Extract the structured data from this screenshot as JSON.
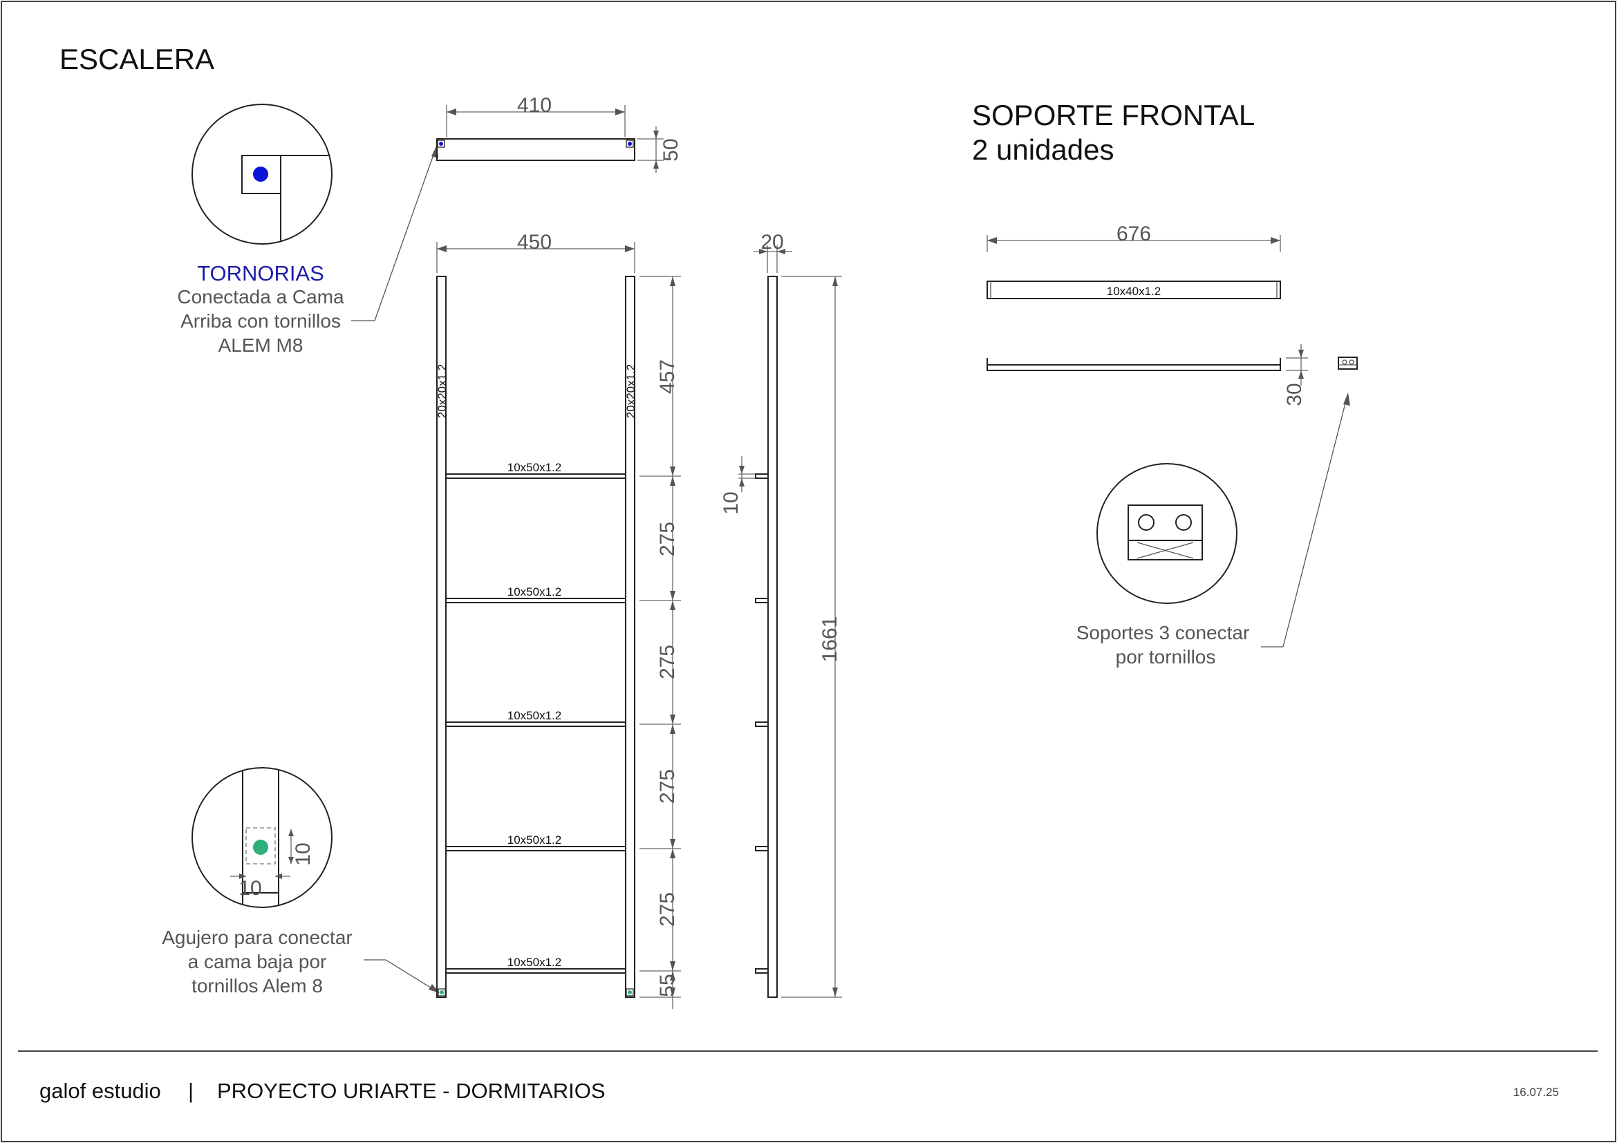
{
  "sheet": {
    "title": "ESCALERA",
    "footer": {
      "studio": "galof estudio",
      "separator": "|",
      "project": "PROYECTO URIARTE - DORMITARIOS",
      "date": "16.07.25"
    }
  },
  "ladder": {
    "top_bar_width": "410",
    "top_bar_height": "50",
    "overall_width": "450",
    "rail_depth": "20",
    "overall_height": "1661",
    "rail_section": "20x20x1.2",
    "rung_section": "10x50x1.2",
    "rung_thickness": "10",
    "spacing": [
      "457",
      "275",
      "275",
      "275",
      "275",
      "55"
    ]
  },
  "detail_top": {
    "title": "TORNORIAS",
    "note_lines": [
      "Conectada a Cama",
      "Arriba con tornillos",
      "ALEM M8"
    ]
  },
  "detail_bottom": {
    "dim_horizontal": "10",
    "dim_vertical": "10",
    "note_lines": [
      "Agujero para conectar",
      "a cama baja por",
      "tornillos Alem 8"
    ]
  },
  "front_support": {
    "title": "SOPORTE FRONTAL",
    "quantity": "2 unidades",
    "length": "676",
    "section": "10x40x1.2",
    "height": "30",
    "note_lines": [
      "Soportes 3 conectar",
      "por tornillos"
    ]
  },
  "colors": {
    "hole_blue": "#0a14d8",
    "hole_green": "#2fb07a",
    "label_blue": "#1c1caa"
  }
}
